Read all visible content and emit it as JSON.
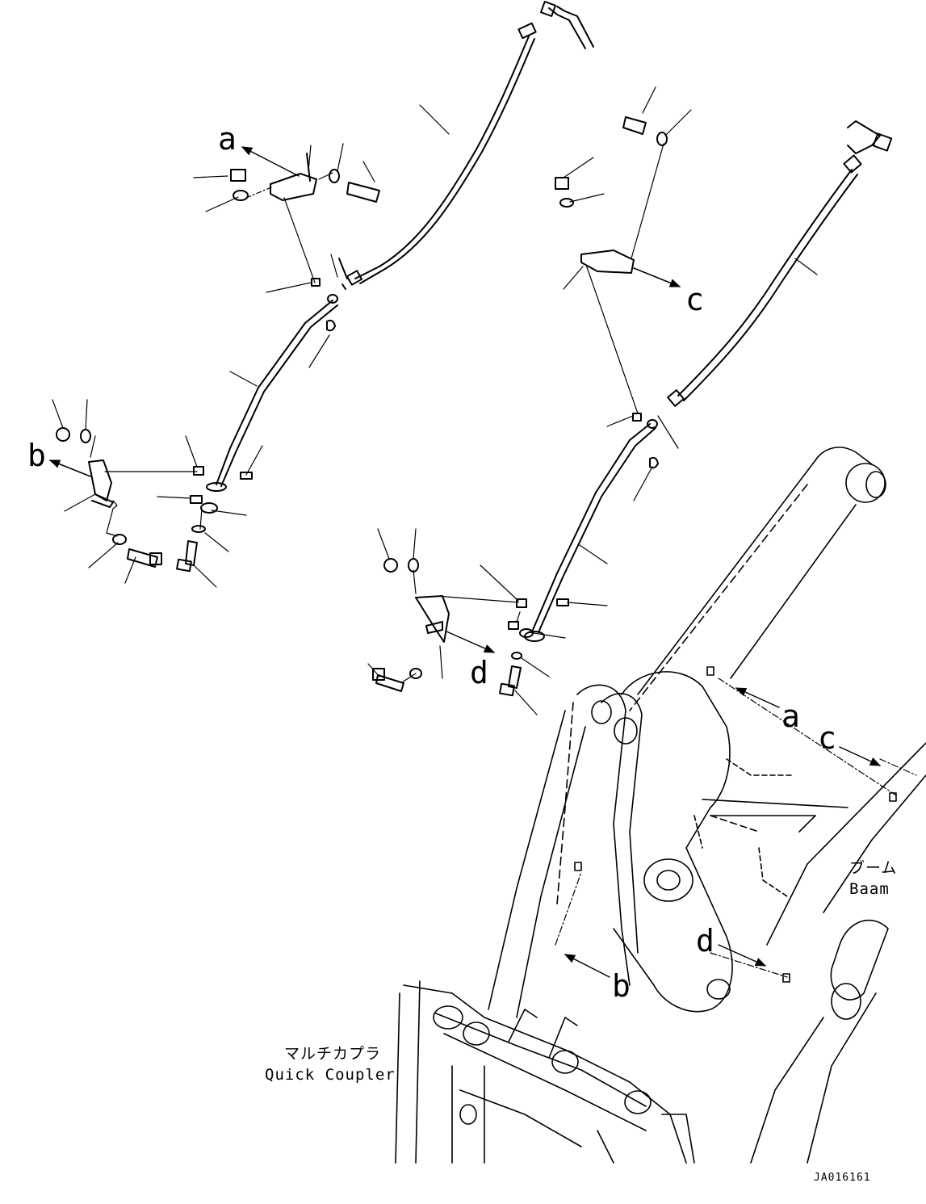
{
  "callouts": {
    "a1": "a",
    "b1": "b",
    "c1": "c",
    "d1": "d",
    "a2": "a",
    "c2": "c",
    "d2": "d",
    "b2": "b"
  },
  "labels": {
    "boom_jp": "ブーム",
    "boom_en": "Baam",
    "coupler_jp": "マルチカプラ",
    "coupler_en": "Quick Coupler"
  },
  "drawing_id": "JA016161"
}
